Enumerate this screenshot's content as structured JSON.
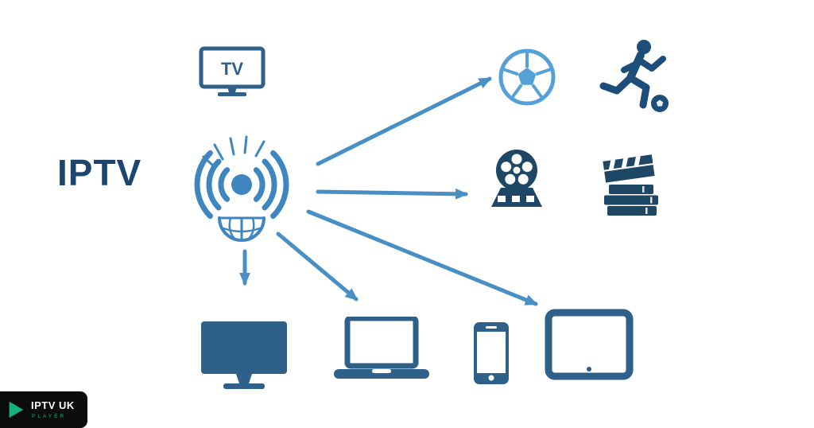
{
  "title": {
    "label": "IPTV"
  },
  "tv_icon": {
    "label": "TV"
  },
  "source_icon": {
    "name": "iptv-broadcast-signal"
  },
  "arrows": [
    {
      "to": "sports"
    },
    {
      "to": "movies"
    },
    {
      "to": "tv"
    },
    {
      "to": "laptop"
    },
    {
      "to": "tablet"
    }
  ],
  "content_icons": [
    "soccer-ball",
    "running-football-player",
    "film-reel",
    "books-with-clapperboard"
  ],
  "device_icons": [
    "television",
    "laptop",
    "smartphone",
    "tablet"
  ],
  "logo": {
    "brand": "IPTV UK",
    "sub": "PLAYER"
  },
  "colors": {
    "arrow": "#4a8fc4",
    "signal": "#3f86c0",
    "title": "#1c4670",
    "dark_navy": "#1d4e79",
    "film_navy": "#1e4766",
    "device": "#2e6089",
    "ball_blue": "#56a0d8",
    "logo_bg": "#0c0c0c",
    "logo_teal": "#16b181"
  }
}
